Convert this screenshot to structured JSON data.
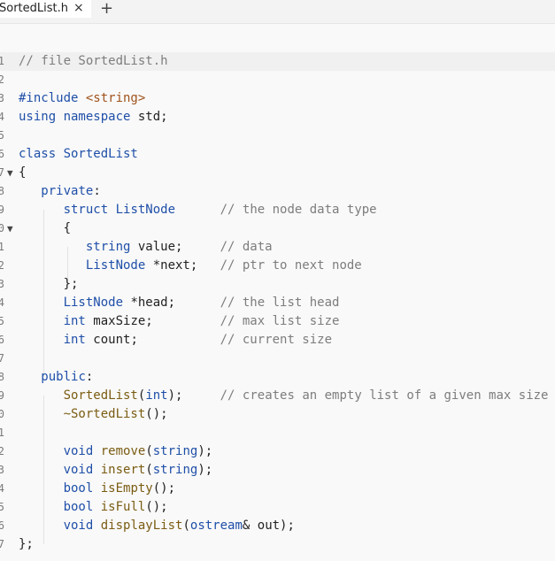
{
  "tab": {
    "filename": "SortedList.h",
    "close_glyph": "×",
    "new_tab_glyph": "+"
  },
  "line_numbers": [
    "1",
    "2",
    "3",
    "4",
    "5",
    "6",
    "7",
    "8",
    "9",
    "0",
    "1",
    "2",
    "3",
    "4",
    "5",
    "6",
    "7",
    "8",
    "9",
    "0",
    "1",
    "2",
    "3",
    "4",
    "5",
    "6",
    "7"
  ],
  "folds": {
    "line7": "▼",
    "line10": "▼"
  },
  "lines": [
    {
      "segs": [
        {
          "t": "// file SortedList.h",
          "c": "cm"
        }
      ]
    },
    {
      "segs": []
    },
    {
      "segs": [
        {
          "t": "#include ",
          "c": "pp"
        },
        {
          "t": "<string>",
          "c": "str"
        }
      ]
    },
    {
      "segs": [
        {
          "t": "using namespace ",
          "c": "kw"
        },
        {
          "t": "std;",
          "c": ""
        }
      ]
    },
    {
      "segs": []
    },
    {
      "segs": [
        {
          "t": "class ",
          "c": "kw"
        },
        {
          "t": "SortedList",
          "c": "ty"
        }
      ]
    },
    {
      "segs": [
        {
          "t": "{",
          "c": ""
        }
      ]
    },
    {
      "segs": [
        {
          "t": "   ",
          "c": ""
        },
        {
          "t": "private",
          "c": "kw"
        },
        {
          "t": ":",
          "c": ""
        }
      ]
    },
    {
      "segs": [
        {
          "t": "      ",
          "c": ""
        },
        {
          "t": "struct ",
          "c": "kw"
        },
        {
          "t": "ListNode",
          "c": "ty"
        },
        {
          "t": "      ",
          "c": ""
        },
        {
          "t": "// the node data type",
          "c": "cm"
        }
      ]
    },
    {
      "segs": [
        {
          "t": "      {",
          "c": ""
        }
      ]
    },
    {
      "segs": [
        {
          "t": "         ",
          "c": ""
        },
        {
          "t": "string ",
          "c": "ty"
        },
        {
          "t": "value;     ",
          "c": ""
        },
        {
          "t": "// data",
          "c": "cm"
        }
      ]
    },
    {
      "segs": [
        {
          "t": "         ",
          "c": ""
        },
        {
          "t": "ListNode ",
          "c": "ty"
        },
        {
          "t": "*next;   ",
          "c": ""
        },
        {
          "t": "// ptr to next node",
          "c": "cm"
        }
      ]
    },
    {
      "segs": [
        {
          "t": "      };",
          "c": ""
        }
      ]
    },
    {
      "segs": [
        {
          "t": "      ",
          "c": ""
        },
        {
          "t": "ListNode ",
          "c": "ty"
        },
        {
          "t": "*head;      ",
          "c": ""
        },
        {
          "t": "// the list head",
          "c": "cm"
        }
      ]
    },
    {
      "segs": [
        {
          "t": "      ",
          "c": ""
        },
        {
          "t": "int ",
          "c": "kw"
        },
        {
          "t": "maxSize;         ",
          "c": ""
        },
        {
          "t": "// max list size",
          "c": "cm"
        }
      ]
    },
    {
      "segs": [
        {
          "t": "      ",
          "c": ""
        },
        {
          "t": "int ",
          "c": "kw"
        },
        {
          "t": "count;           ",
          "c": ""
        },
        {
          "t": "// current size",
          "c": "cm"
        }
      ]
    },
    {
      "segs": []
    },
    {
      "segs": [
        {
          "t": "   ",
          "c": ""
        },
        {
          "t": "public",
          "c": "kw"
        },
        {
          "t": ":",
          "c": ""
        }
      ]
    },
    {
      "segs": [
        {
          "t": "      ",
          "c": ""
        },
        {
          "t": "SortedList",
          "c": "fn"
        },
        {
          "t": "(",
          "c": ""
        },
        {
          "t": "int",
          "c": "kw"
        },
        {
          "t": ");     ",
          "c": ""
        },
        {
          "t": "// creates an empty list of a given max size",
          "c": "cm"
        }
      ]
    },
    {
      "segs": [
        {
          "t": "      ",
          "c": ""
        },
        {
          "t": "~SortedList",
          "c": "fn"
        },
        {
          "t": "();",
          "c": ""
        }
      ]
    },
    {
      "segs": []
    },
    {
      "segs": [
        {
          "t": "      ",
          "c": ""
        },
        {
          "t": "void ",
          "c": "kw"
        },
        {
          "t": "remove",
          "c": "fn"
        },
        {
          "t": "(",
          "c": ""
        },
        {
          "t": "string",
          "c": "ty"
        },
        {
          "t": ");",
          "c": ""
        }
      ]
    },
    {
      "segs": [
        {
          "t": "      ",
          "c": ""
        },
        {
          "t": "void ",
          "c": "kw"
        },
        {
          "t": "insert",
          "c": "fn"
        },
        {
          "t": "(",
          "c": ""
        },
        {
          "t": "string",
          "c": "ty"
        },
        {
          "t": ");",
          "c": ""
        }
      ]
    },
    {
      "segs": [
        {
          "t": "      ",
          "c": ""
        },
        {
          "t": "bool ",
          "c": "kw"
        },
        {
          "t": "isEmpty",
          "c": "fn"
        },
        {
          "t": "();",
          "c": ""
        }
      ]
    },
    {
      "segs": [
        {
          "t": "      ",
          "c": ""
        },
        {
          "t": "bool ",
          "c": "kw"
        },
        {
          "t": "isFull",
          "c": "fn"
        },
        {
          "t": "();",
          "c": ""
        }
      ]
    },
    {
      "segs": [
        {
          "t": "      ",
          "c": ""
        },
        {
          "t": "void ",
          "c": "kw"
        },
        {
          "t": "displayList",
          "c": "fn"
        },
        {
          "t": "(",
          "c": ""
        },
        {
          "t": "ostream",
          "c": "ty"
        },
        {
          "t": "& out);",
          "c": ""
        }
      ]
    },
    {
      "segs": [
        {
          "t": "};",
          "c": ""
        }
      ]
    }
  ],
  "colors": {
    "keyword": "#1f4fa8",
    "function": "#7a5c12",
    "string": "#a0521c",
    "comment": "#7d7d7d",
    "background": "#f9f9f9"
  }
}
